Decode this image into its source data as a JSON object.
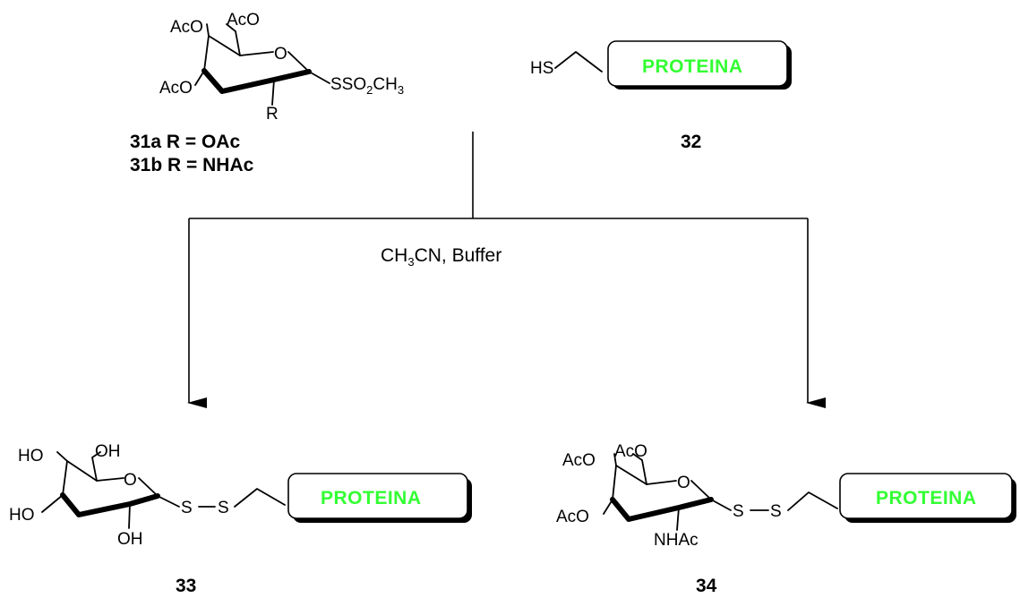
{
  "reagent_31": {
    "labels": {
      "aco_top_left": "AcO",
      "aco_top_right": "AcO",
      "aco_left": "AcO",
      "ring_o": "O",
      "r_group": "R",
      "leaving": "SSO",
      "leaving_sub": "2",
      "leaving_tail": "CH",
      "leaving_tail_sub": "3"
    },
    "caption_a": "31a R = OAc",
    "caption_b": "31b R = NHAc"
  },
  "reagent_32": {
    "thiol": "HS",
    "protein": "PROTEINA",
    "caption": "32"
  },
  "conditions": {
    "main": "CH",
    "sub": "3",
    "rest": "CN, Buffer"
  },
  "product_33": {
    "labels": {
      "ho_top": "HO",
      "oh_top": "OH",
      "ring_o": "O",
      "ho_left": "HO",
      "oh_bottom": "OH",
      "s1": "S",
      "s2": "S"
    },
    "protein": "PROTEINA",
    "caption": "33"
  },
  "product_34": {
    "labels": {
      "aco_top_left": "AcO",
      "aco_top_right": "AcO",
      "ring_o": "O",
      "aco_left": "AcO",
      "nhac": "NHAc",
      "s1": "S",
      "s2": "S"
    },
    "protein": "PROTEINA",
    "caption": "34"
  },
  "colors": {
    "protein_text": "#33ff33",
    "bonds": "#000000"
  }
}
